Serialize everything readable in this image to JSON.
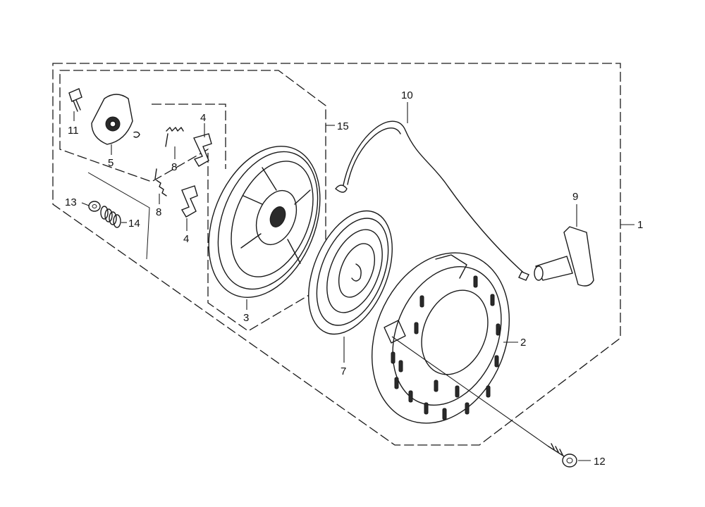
{
  "callouts": {
    "c1": "1",
    "c2": "2",
    "c3": "3",
    "c4a": "4",
    "c4b": "4",
    "c5": "5",
    "c7": "7",
    "c8a": "8",
    "c8b": "8",
    "c9": "9",
    "c10": "10",
    "c11": "11",
    "c12": "12",
    "c13": "13",
    "c14": "14",
    "c15": "15"
  }
}
